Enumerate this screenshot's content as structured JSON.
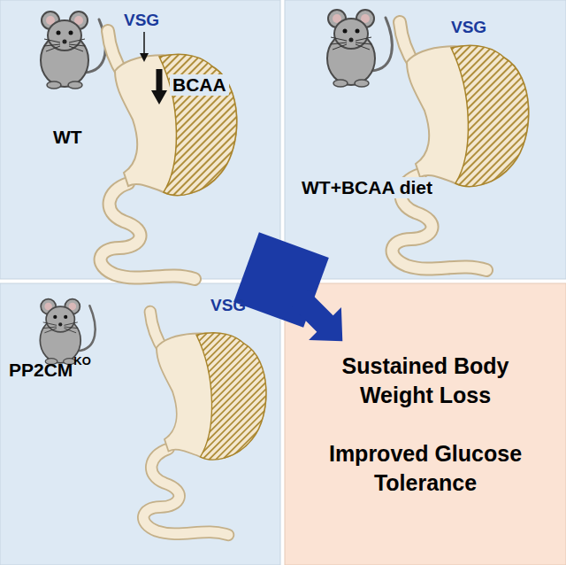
{
  "diagram": {
    "nodes": [
      {
        "text": [
          "WT",
          "VSG",
          "BCAA"
        ]
      },
      {
        "text": [
          "VSG",
          "WT+BCAA diet"
        ]
      },
      {
        "text": [
          "VSG",
          "PP2CM",
          "KO"
        ]
      },
      {
        "text": [
          "Sustained Body Weight Loss",
          "Improved Glucose Tolerance"
        ]
      }
    ]
  }
}
